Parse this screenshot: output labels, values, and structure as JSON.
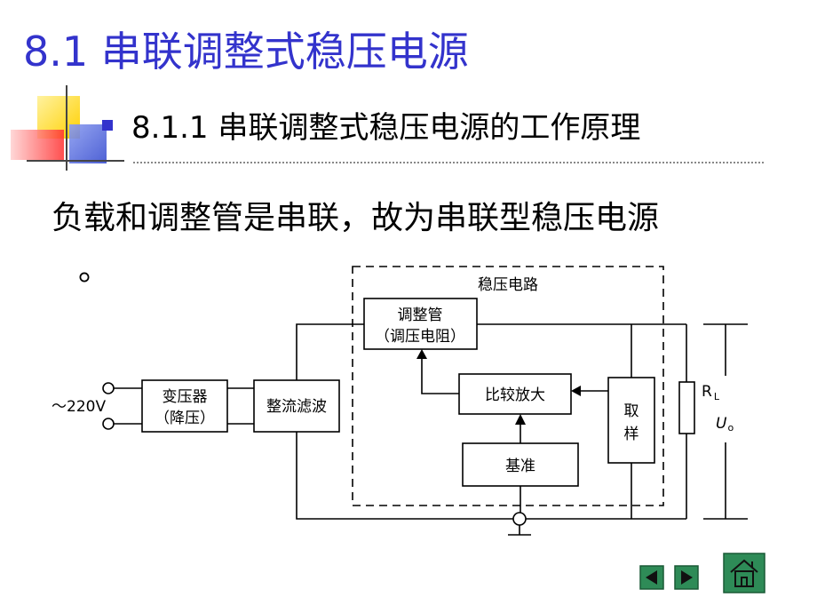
{
  "slide": {
    "title": "8.1 串联调整式稳压电源",
    "subtitle": "8.1.1 串联调整式稳压电源的工作原理",
    "body_line1": "负载和调整管是串联，故为串联型稳压电源",
    "body_line2": "。"
  },
  "diagram": {
    "regulator_label": "稳压电路",
    "adjust_tube_line1": "调整管",
    "adjust_tube_line2": "（调压电阻）",
    "comparator": "比较放大",
    "reference": "基准",
    "sampling_line1": "取",
    "sampling_line2": "样",
    "transformer_line1": "变压器",
    "transformer_line2": "（降压）",
    "rectifier": "整流滤波",
    "input_voltage": "～220V",
    "load_resistor": "R",
    "load_resistor_sub": "L",
    "output_voltage": "U",
    "output_voltage_sub": "o"
  },
  "nav": {
    "prev_icon": "prev-triangle-icon",
    "next_icon": "next-triangle-icon",
    "home_icon": "home-icon"
  },
  "colors": {
    "title": "#3333cc",
    "nav_green": "#2e8b57",
    "deco_yellow": "#ffe24a",
    "deco_red": "#ff5050",
    "deco_blue": "#5a6ee0"
  }
}
